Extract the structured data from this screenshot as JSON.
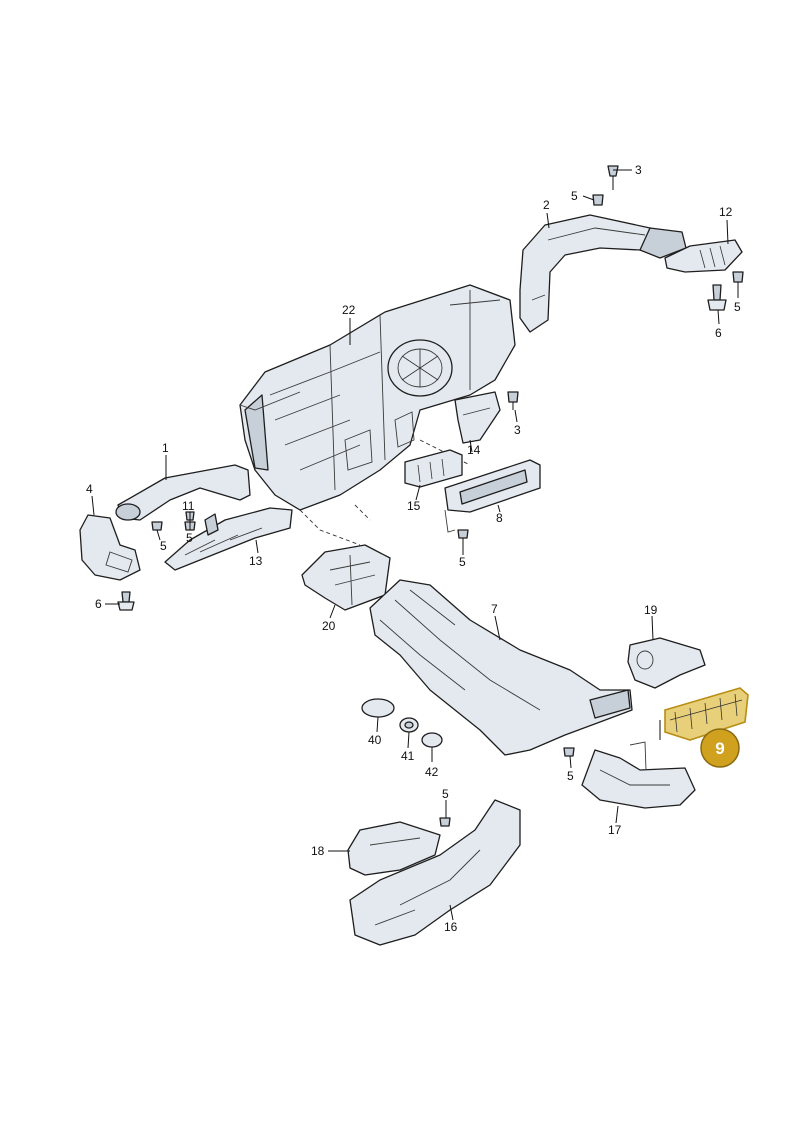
{
  "callouts": {
    "c1": "1",
    "c2": "2",
    "c3a": "3",
    "c3b": "3",
    "c4": "4",
    "c5a": "5",
    "c5b": "5",
    "c5c": "5",
    "c5d": "5",
    "c5e": "5",
    "c5f": "5",
    "c6a": "6",
    "c6b": "6",
    "c7": "7",
    "c8": "8",
    "c11": "11",
    "c12": "12",
    "c13": "13",
    "c14": "14",
    "c15": "15",
    "c16": "16",
    "c17": "17",
    "c18": "18",
    "c19": "19",
    "c20": "20",
    "c22": "22",
    "c40": "40",
    "c41": "41",
    "c42": "42"
  },
  "highlight": {
    "label": "9",
    "color": "#cfa11f"
  }
}
